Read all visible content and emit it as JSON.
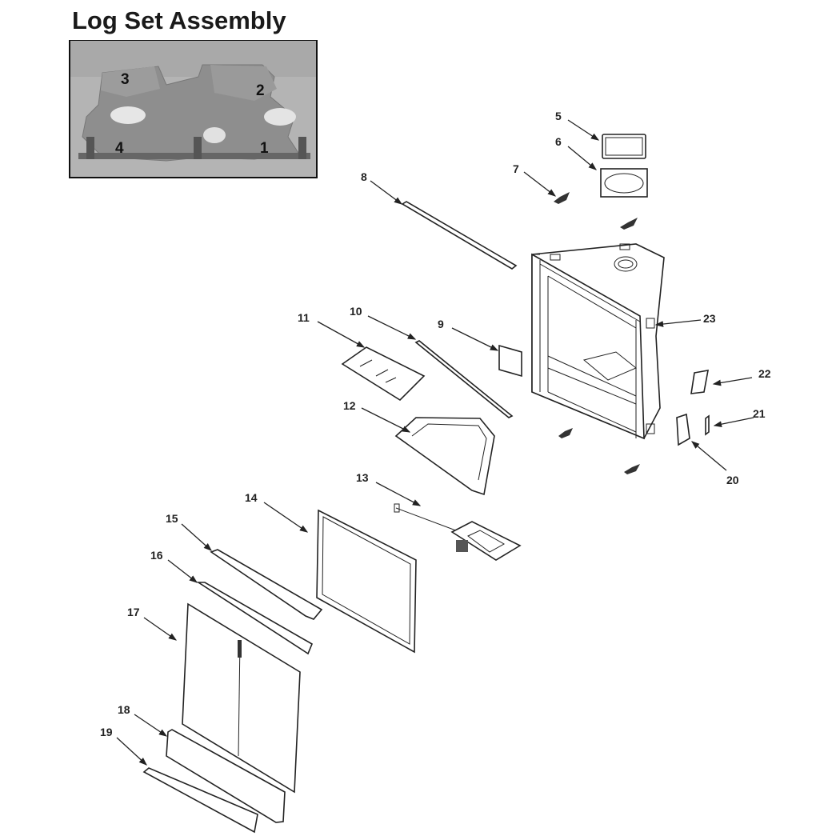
{
  "title": "Log Set Assembly",
  "photo_labels": [
    "1",
    "2",
    "3",
    "4"
  ],
  "callouts": [
    "5",
    "6",
    "7",
    "8",
    "9",
    "10",
    "11",
    "12",
    "13",
    "14",
    "15",
    "16",
    "17",
    "18",
    "19",
    "20",
    "21",
    "22",
    "23"
  ]
}
